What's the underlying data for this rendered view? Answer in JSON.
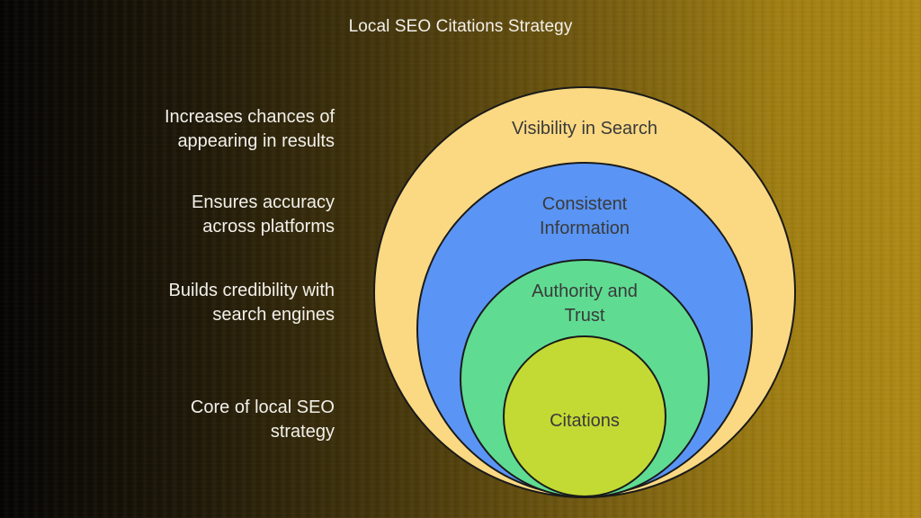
{
  "title": "Local SEO Citations Strategy",
  "layers": [
    {
      "label_lines": [
        "Visibility in Search"
      ],
      "description": [
        "Increases chances of",
        "appearing in results"
      ],
      "color": "#fbd983"
    },
    {
      "label_lines": [
        "Consistent",
        "Information"
      ],
      "description": [
        "Ensures accuracy",
        "across platforms"
      ],
      "color": "#5a95f5"
    },
    {
      "label_lines": [
        "Authority and",
        "Trust"
      ],
      "description": [
        "Builds credibility with",
        "search engines"
      ],
      "color": "#5fdc92"
    },
    {
      "label_lines": [
        "Citations"
      ],
      "description": [
        "Core of local SEO",
        "strategy"
      ],
      "color": "#c3da34"
    }
  ]
}
